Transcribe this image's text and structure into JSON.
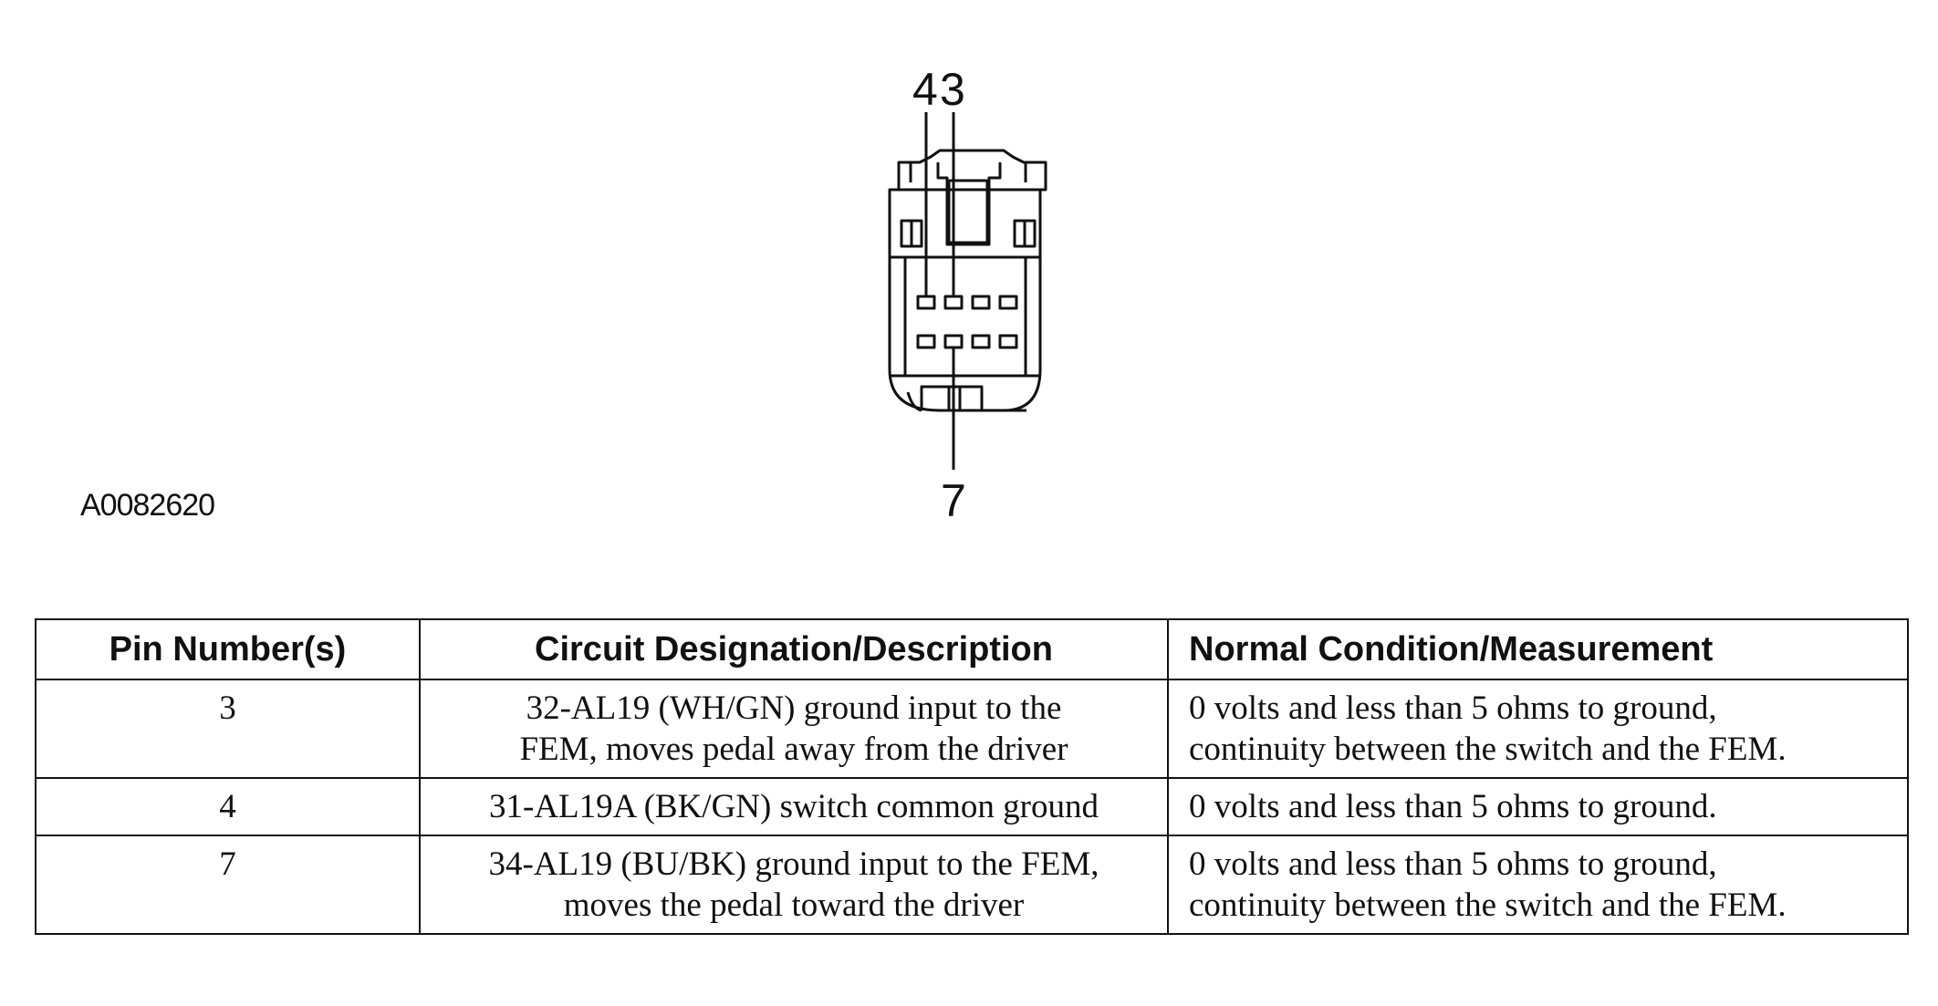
{
  "diagram": {
    "pin_labels": {
      "top_left": "4",
      "top_right": "3",
      "bottom": "7"
    },
    "figure_id": "A0082620"
  },
  "table": {
    "headers": {
      "pin": "Pin Number(s)",
      "circuit": "Circuit Designation/Description",
      "condition": "Normal Condition/Measurement"
    },
    "rows": [
      {
        "pin": "3",
        "circuit_line1": "32-AL19 (WH/GN) ground input to the",
        "circuit_line2": "FEM, moves pedal away from the driver",
        "condition_line1": "0 volts and less than 5 ohms to ground,",
        "condition_line2": "continuity between the switch and the FEM."
      },
      {
        "pin": "4",
        "circuit_line1": "31-AL19A (BK/GN) switch common ground",
        "condition_line1": "0 volts and less than 5 ohms to ground."
      },
      {
        "pin": "7",
        "circuit_line1": "34-AL19 (BU/BK) ground input to the FEM,",
        "circuit_line2": "moves the pedal toward the driver",
        "condition_line1": "0 volts and less than 5 ohms to ground,",
        "condition_line2": "continuity between the switch and the FEM."
      }
    ]
  }
}
